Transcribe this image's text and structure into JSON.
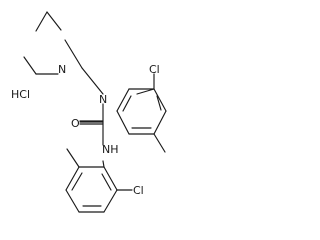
{
  "molecule": {
    "atoms": {
      "cl_top": "Cl",
      "n_amine": "N",
      "n_urea": "N",
      "o_carbonyl": "O",
      "nh_amide": "NH",
      "cl_bottom": "Cl",
      "hcl": "HCl"
    }
  }
}
